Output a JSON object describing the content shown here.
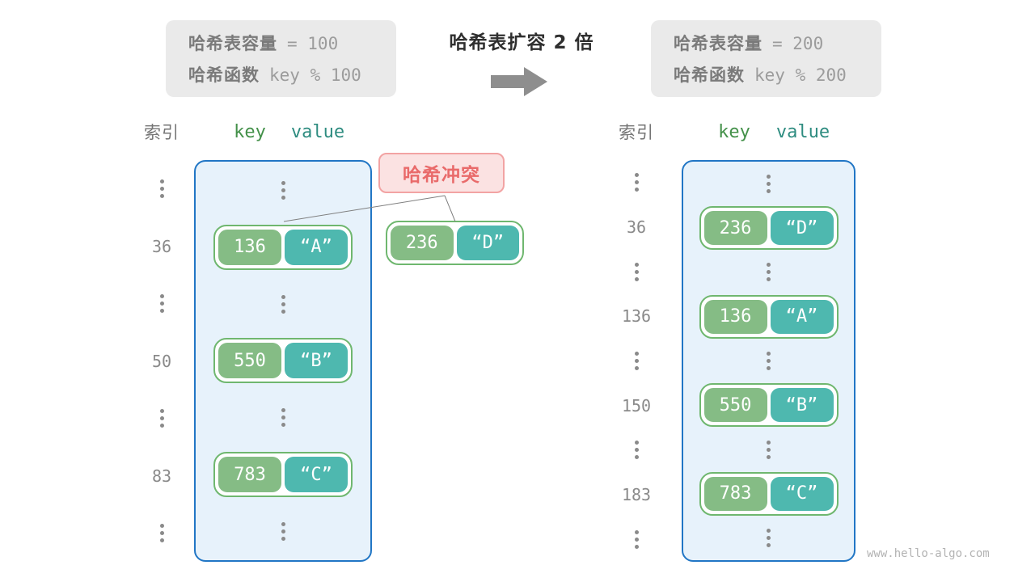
{
  "top": {
    "title": "哈希表扩容 2 倍",
    "before": {
      "capacity_label": "哈希表容量",
      "capacity_value": "= 100",
      "hash_label": "哈希函数",
      "hash_value": "key % 100"
    },
    "after": {
      "capacity_label": "哈希表容量",
      "capacity_value": "= 200",
      "hash_label": "哈希函数",
      "hash_value": "key % 200"
    }
  },
  "headers": {
    "index": "索引",
    "key": "key",
    "value": "value"
  },
  "collision": {
    "label": "哈希冲突"
  },
  "floating_pair": {
    "key": "236",
    "value": "“D”"
  },
  "left_table": {
    "rows": [
      {
        "type": "dots"
      },
      {
        "type": "pair",
        "index": "36",
        "key": "136",
        "value": "“A”"
      },
      {
        "type": "dots"
      },
      {
        "type": "pair",
        "index": "50",
        "key": "550",
        "value": "“B”"
      },
      {
        "type": "dots"
      },
      {
        "type": "pair",
        "index": "83",
        "key": "783",
        "value": "“C”"
      },
      {
        "type": "dots"
      }
    ]
  },
  "right_table": {
    "rows": [
      {
        "type": "dots"
      },
      {
        "type": "pair",
        "index": "36",
        "key": "236",
        "value": "“D”"
      },
      {
        "type": "dots"
      },
      {
        "type": "pair",
        "index": "136",
        "key": "136",
        "value": "“A”"
      },
      {
        "type": "dots"
      },
      {
        "type": "pair",
        "index": "150",
        "key": "550",
        "value": "“B”"
      },
      {
        "type": "dots"
      },
      {
        "type": "pair",
        "index": "183",
        "key": "783",
        "value": "“C”"
      },
      {
        "type": "dots"
      }
    ]
  },
  "watermark": "www.hello-algo.com",
  "colors": {
    "info_box_bg": "#EAEAEA",
    "info_label": "#7A7A7A",
    "info_mono": "#9C9C9C",
    "title_text": "#2F2F2F",
    "arrow_gray": "#8E8E8E",
    "index_header": "#757575",
    "key_header": "#44914A",
    "value_header": "#2E8C80",
    "bucket_border": "#2176C5",
    "bucket_bg": "#E7F2FB",
    "index_text": "#8A8A8A",
    "pair_border": "#6FB76F",
    "key_bg": "#85BC85",
    "value_bg": "#4EB8AF",
    "pair_text": "#FFFFFF",
    "collision_bg": "#FBE2E2",
    "collision_border": "#F2A3A3",
    "collision_text": "#E96A6A",
    "connector": "#7F7F7F",
    "watermark": "#B3B3B3"
  }
}
